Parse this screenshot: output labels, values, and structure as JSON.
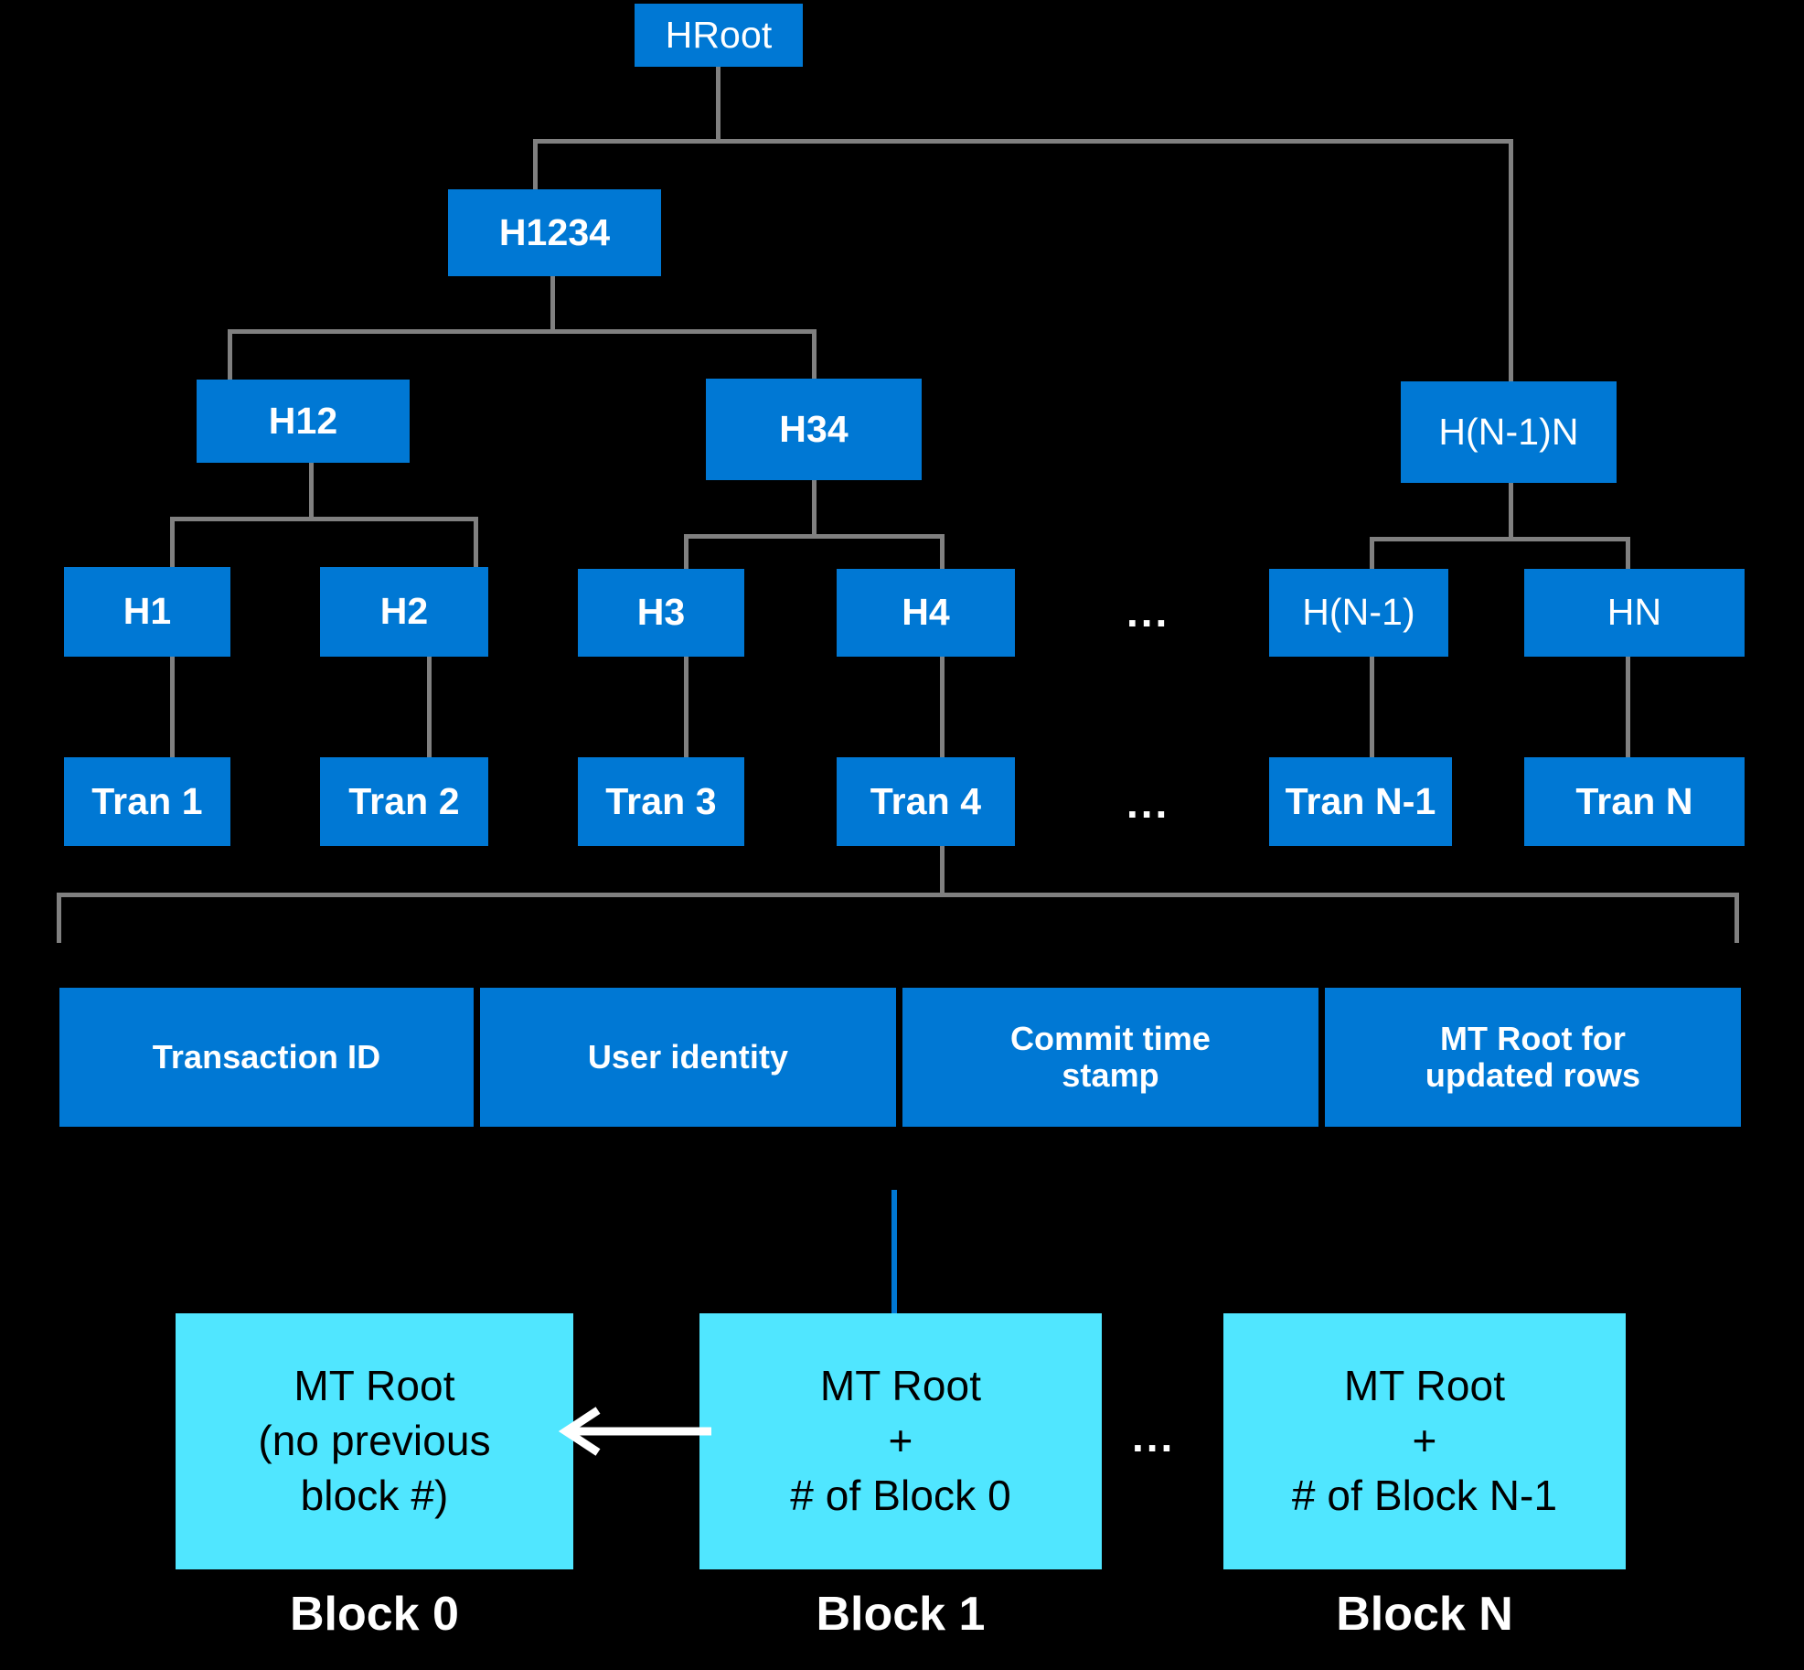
{
  "diagram": {
    "title": "Merkle tree and blockchain ledger structure",
    "colors": {
      "background": "#000000",
      "node_blue": "#0078D4",
      "block_cyan": "#50E6FF",
      "connector_gray": "#808080",
      "node_text": "#FFFFFF",
      "block_text": "#000000",
      "caption_text": "#FFFFFF"
    },
    "ellipsis": "..."
  },
  "merkle_tree": {
    "root": {
      "label": "HRoot"
    },
    "level2": [
      {
        "label": "H1234"
      }
    ],
    "level3": [
      {
        "label": "H12"
      },
      {
        "label": "H34"
      },
      {
        "label": "H(N-1)N"
      }
    ],
    "level4": [
      {
        "label": "H1"
      },
      {
        "label": "H2"
      },
      {
        "label": "H3"
      },
      {
        "label": "H4"
      },
      {
        "label": "H(N-1)"
      },
      {
        "label": "HN"
      }
    ],
    "transactions": [
      {
        "label": "Tran 1"
      },
      {
        "label": "Tran 2"
      },
      {
        "label": "Tran 3"
      },
      {
        "label": "Tran 4"
      },
      {
        "label": "Tran N-1"
      },
      {
        "label": "Tran N"
      }
    ]
  },
  "transaction_record": {
    "fields": [
      {
        "label": "Transaction ID"
      },
      {
        "label": "User identity"
      },
      {
        "label": "Commit time stamp"
      },
      {
        "label": "MT Root for updated rows"
      }
    ]
  },
  "blockchain": {
    "blocks": [
      {
        "caption": "Block 0",
        "lines": [
          "MT Root",
          "(no previous",
          "block #)"
        ]
      },
      {
        "caption": "Block 1",
        "lines": [
          "MT Root",
          "+",
          "# of Block 0"
        ]
      },
      {
        "caption": "Block N",
        "lines": [
          "MT Root",
          "+",
          "# of Block N-1"
        ]
      }
    ]
  }
}
